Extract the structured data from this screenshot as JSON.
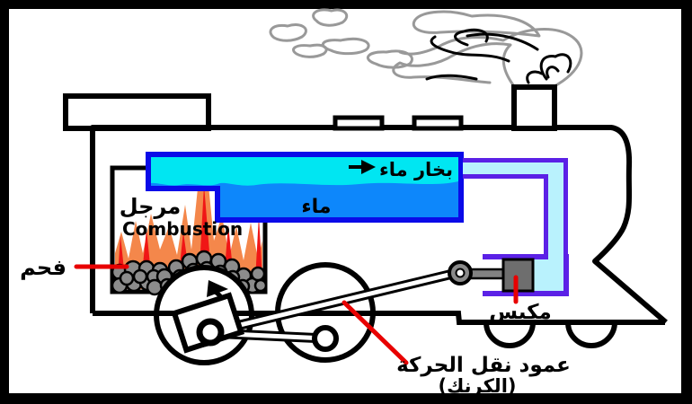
{
  "diagram": {
    "title": "steam-locomotive-diagram",
    "labels": {
      "steam": "بخار ماء",
      "water": "ماء",
      "boiler": "مرجل",
      "combustion": "Combustion",
      "coal": "فحم",
      "piston": "مكبس",
      "crank_line1": "عمود نقل الحركة",
      "crank_line2": "(الكرنك)"
    },
    "icons": {
      "steam_flow_arrow": "right-arrow",
      "wheel_rotation_arrow": "clockwise-arc-arrow"
    },
    "colors": {
      "steam_cyan": "#00e6f2",
      "water_blue": "#0d87fb",
      "tank_border": "#0a0ae8",
      "pipe_border": "#5b21e6",
      "pipe_steam": "#b9f2fd",
      "piston_gray": "#6e6e6e",
      "rod_gray": "#828282",
      "ring_gray": "#8a8a8a",
      "coal_gray": "#8c8c8c",
      "flame_orange": "#f4874b",
      "flame_red": "#f01616",
      "pointer_red": "#e80000",
      "smoke_gray": "#999999",
      "ink": "#000000",
      "paper": "#ffffff"
    }
  }
}
